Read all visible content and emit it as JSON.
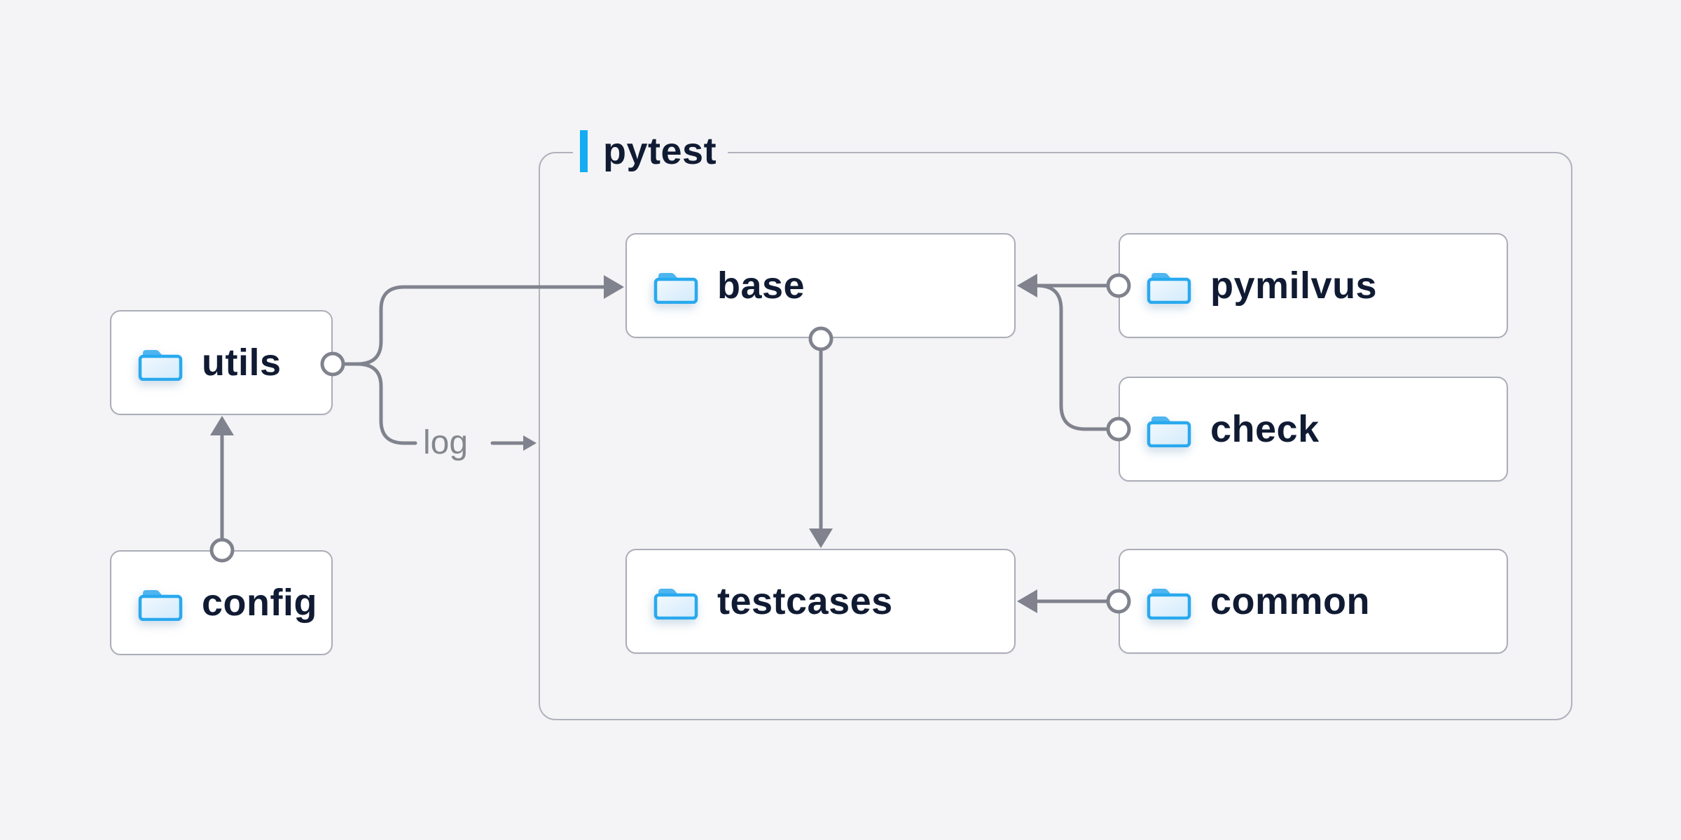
{
  "diagram": {
    "group": {
      "label": "pytest"
    },
    "nodes": {
      "utils": {
        "label": "utils"
      },
      "config": {
        "label": "config"
      },
      "base": {
        "label": "base"
      },
      "testcases": {
        "label": "testcases"
      },
      "pymilvus": {
        "label": "pymilvus"
      },
      "check": {
        "label": "check"
      },
      "common": {
        "label": "common"
      }
    },
    "edge_labels": {
      "log": "log"
    },
    "edges": [
      {
        "from": "config",
        "to": "utils",
        "label": ""
      },
      {
        "from": "utils",
        "to": "base",
        "label": ""
      },
      {
        "from": "utils",
        "to": "pytest-group",
        "label": "log"
      },
      {
        "from": "pymilvus",
        "to": "base",
        "label": ""
      },
      {
        "from": "check",
        "to": "base",
        "label": ""
      },
      {
        "from": "base",
        "to": "testcases",
        "label": ""
      },
      {
        "from": "common",
        "to": "testcases",
        "label": ""
      }
    ],
    "colors": {
      "background": "#f4f4f6",
      "node_fill": "#ffffff",
      "node_border": "#abadb7",
      "group_border": "#b0b2bc",
      "connector": "#80838e",
      "text": "#101b33",
      "muted_text": "#85878f",
      "accent_blue": "#14acf2",
      "folder_blue": "#29a9ee"
    }
  }
}
